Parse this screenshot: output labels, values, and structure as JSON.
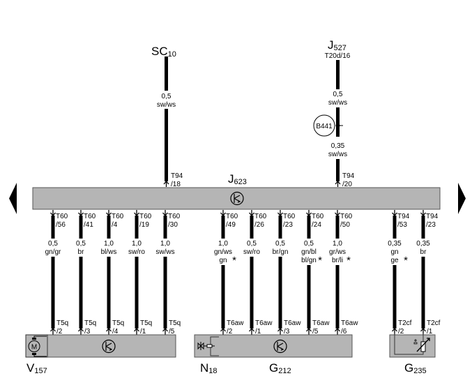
{
  "diagram": {
    "title_component": {
      "id": "J",
      "sub": "623"
    },
    "nav": {
      "left_arrow": "previous-page",
      "right_arrow": "next-page"
    },
    "top_wires": [
      {
        "source": {
          "id": "SC",
          "sub": "10",
          "pin": ""
        },
        "gauge": "0,5",
        "color": "sw/ws",
        "connector": "T94",
        "pin": "/18"
      },
      {
        "source": {
          "id": "J",
          "sub": "527",
          "pin": "T20d/16"
        },
        "segments": [
          {
            "gauge": "0,5",
            "color": "sw/ws"
          },
          {
            "gauge": "0,35",
            "color": "sw/ws"
          }
        ],
        "junction": "B441",
        "connector": "T94",
        "pin": "/20"
      }
    ],
    "bottom_wires": [
      {
        "connector_top": "T60",
        "pin_top": "/56",
        "gauge": "0,5",
        "color": "gn/gr",
        "alt_color": "",
        "star": false,
        "connector_bottom": "T5q",
        "pin_bottom": "/2"
      },
      {
        "connector_top": "T60",
        "pin_top": "/41",
        "gauge": "0,5",
        "color": "br",
        "alt_color": "",
        "star": false,
        "connector_bottom": "T5q",
        "pin_bottom": "/3"
      },
      {
        "connector_top": "T60",
        "pin_top": "/4",
        "gauge": "1,0",
        "color": "bl/ws",
        "alt_color": "",
        "star": false,
        "connector_bottom": "T5q",
        "pin_bottom": "/4"
      },
      {
        "connector_top": "T60",
        "pin_top": "/19",
        "gauge": "1,0",
        "color": "sw/ro",
        "alt_color": "",
        "star": false,
        "connector_bottom": "T5q",
        "pin_bottom": "/1"
      },
      {
        "connector_top": "T60",
        "pin_top": "/30",
        "gauge": "1,0",
        "color": "sw/ws",
        "alt_color": "",
        "star": false,
        "connector_bottom": "T5q",
        "pin_bottom": "/5"
      },
      {
        "connector_top": "T60",
        "pin_top": "/49",
        "gauge": "1,0",
        "color": "gn/ws",
        "alt_color": "gn",
        "star": true,
        "connector_bottom": "T6aw",
        "pin_bottom": "/2"
      },
      {
        "connector_top": "T60",
        "pin_top": "/26",
        "gauge": "0,5",
        "color": "sw/ro",
        "alt_color": "",
        "star": false,
        "connector_bottom": "T6aw",
        "pin_bottom": "/1"
      },
      {
        "connector_top": "T60",
        "pin_top": "/23",
        "gauge": "0,5",
        "color": "br/gn",
        "alt_color": "",
        "star": false,
        "connector_bottom": "T6aw",
        "pin_bottom": "/3"
      },
      {
        "connector_top": "T60",
        "pin_top": "/24",
        "gauge": "0,5",
        "color": "gn/bl",
        "alt_color": "bl/gn",
        "star": true,
        "connector_bottom": "T6aw",
        "pin_bottom": "/5"
      },
      {
        "connector_top": "T60",
        "pin_top": "/50",
        "gauge": "1,0",
        "color": "gr/ws",
        "alt_color": "br/li",
        "star": true,
        "connector_bottom": "T6aw",
        "pin_bottom": "/6"
      },
      {
        "connector_top": "T94",
        "pin_top": "/53",
        "gauge": "0,35",
        "color": "gn",
        "alt_color": "ge",
        "star": true,
        "connector_bottom": "T2cf",
        "pin_bottom": "/2"
      },
      {
        "connector_top": "T94",
        "pin_top": "/23",
        "gauge": "0,35",
        "color": "br",
        "alt_color": "",
        "star": false,
        "connector_bottom": "T2cf",
        "pin_bottom": "/1"
      }
    ],
    "components": [
      {
        "id": "V",
        "sub": "157",
        "symbol": "motor-icon",
        "inner_label": "M"
      },
      {
        "id": "N",
        "sub": "18",
        "symbol": "valve-icon"
      },
      {
        "id": "G",
        "sub": "212",
        "symbol": "sensor-icon"
      },
      {
        "id": "G",
        "sub": "235",
        "symbol": "temperature-sensor-icon"
      }
    ],
    "star_symbol": "*",
    "colors": {
      "module_fill": "#b5b5b5",
      "module_stroke": "#555555",
      "wire": "#000000"
    }
  }
}
